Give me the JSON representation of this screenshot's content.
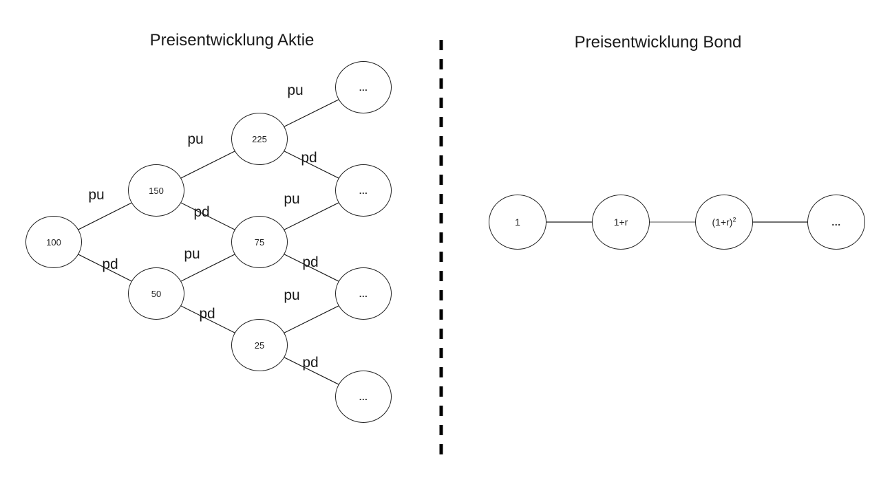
{
  "colors": {
    "background": "#ffffff",
    "line": "#1a1a1a",
    "divider": "#000000",
    "bond_connector_gray": "#a6a6a6",
    "text": "#1a1a1a"
  },
  "aktie": {
    "title": "Preisentwicklung Aktie",
    "nodes": [
      {
        "id": "root",
        "label": "100"
      },
      {
        "id": "up",
        "label": "150"
      },
      {
        "id": "down",
        "label": "50"
      },
      {
        "id": "up-up",
        "label": "225"
      },
      {
        "id": "up-down",
        "label": "75"
      },
      {
        "id": "down-down",
        "label": "25"
      },
      {
        "id": "level3-1",
        "label": "…"
      },
      {
        "id": "level3-2",
        "label": "…"
      },
      {
        "id": "level3-3",
        "label": "…"
      },
      {
        "id": "level3-4",
        "label": "…"
      }
    ],
    "edge_labels": [
      {
        "edge": "100-150",
        "label": "pu"
      },
      {
        "edge": "100-50",
        "label": "pd"
      },
      {
        "edge": "150-225",
        "label": "pu"
      },
      {
        "edge": "150-75",
        "label": "pd"
      },
      {
        "edge": "50-75",
        "label": "pu"
      },
      {
        "edge": "50-25",
        "label": "pd"
      },
      {
        "edge": "225-dots1",
        "label": "pu"
      },
      {
        "edge": "225-dots2",
        "label": "pd"
      },
      {
        "edge": "75-dots2",
        "label": "pu"
      },
      {
        "edge": "75-dots3",
        "label": "pd"
      },
      {
        "edge": "25-dots3",
        "label": "pu"
      },
      {
        "edge": "25-dots4",
        "label": "pd"
      }
    ]
  },
  "bond": {
    "title": "Preisentwicklung Bond",
    "nodes": [
      {
        "id": "t0",
        "label": "1"
      },
      {
        "id": "t1",
        "label": "1+r"
      },
      {
        "id": "t2",
        "base": "(1+r)",
        "sup": "2"
      },
      {
        "id": "t3",
        "label": "…"
      }
    ]
  }
}
